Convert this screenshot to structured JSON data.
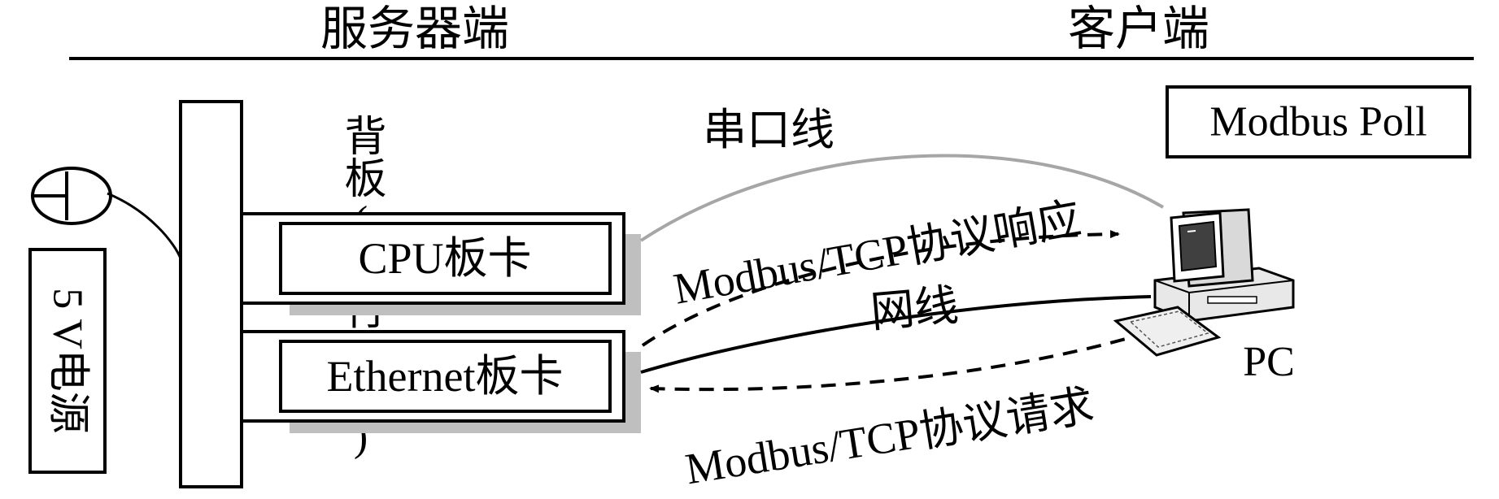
{
  "headers": {
    "server": "服务器端",
    "client": "客户端"
  },
  "power": {
    "label": "5 V电源"
  },
  "backplane": {
    "label": "背板(并行总线)"
  },
  "cards": {
    "cpu": "CPU板卡",
    "ethernet": "Ethernet板卡"
  },
  "software": {
    "label": "Modbus Poll"
  },
  "pc": {
    "label": "PC"
  },
  "links": {
    "serial_cable": "串口线",
    "response": "Modbus/TCP协议响应",
    "network_cable": "网线",
    "request": "Modbus/TCP协议请求"
  },
  "colors": {
    "line": "#000000",
    "serial_cable": "#a6a6a6",
    "card_shadow": "#bfbfbf"
  }
}
